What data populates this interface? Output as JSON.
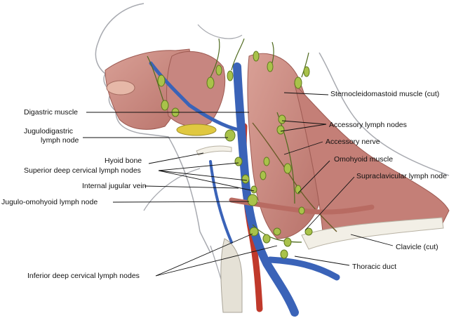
{
  "labels": {
    "sternocleidomastoid": "Sternocleidomastoid muscle (cut)",
    "digastric": "Digastric muscle",
    "jugulodigastric_1": "Jugulodigastric",
    "jugulodigastric_2": "lymph node",
    "accessory_nodes": "Accessory lymph nodes",
    "accessory_nerve": "Accessory nerve",
    "hyoid": "Hyoid bone",
    "omohyoid": "Omohyoid muscle",
    "superior_deep": "Superior deep cervical lymph nodes",
    "supraclavicular": "Supraclavicular lymph node",
    "internal_jugular": "Internal jugular vein",
    "jugulo_omohyoid": "Jugulo-omohyoid lymph node",
    "clavicle": "Clavicle (cut)",
    "thoracic_duct": "Thoracic duct",
    "inferior_deep": "Inferior deep cervical lymph nodes"
  },
  "colors": {
    "muscle": "#c98a80",
    "muscle_dark": "#a45f57",
    "vein": "#3a63b8",
    "artery": "#c0392b",
    "lymph_node": "#a9c24a",
    "skin_outline": "#9aa0a8",
    "bone": "#f2efe6"
  }
}
